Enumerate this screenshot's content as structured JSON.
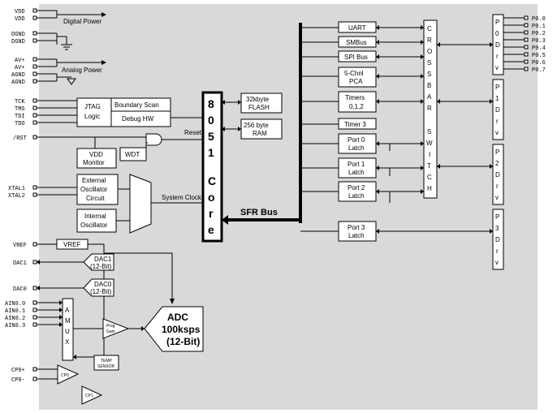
{
  "pins_left": {
    "vdd1": "VDD",
    "vdd2": "VDD",
    "dgnd1": "DGND",
    "dgnd2": "DGND",
    "avp1": "AV+",
    "avp2": "AV+",
    "agnd1": "AGND",
    "agnd2": "AGND",
    "tck": "TCK",
    "tms": "TMS",
    "tdi": "TDI",
    "tdo": "TDO",
    "rst": "/RST",
    "xtal1": "XTAL1",
    "xtal2": "XTAL2",
    "vref": "VREF",
    "dac1": "DAC1",
    "dac0": "DAC0",
    "ain0": "AIN0.0",
    "ain1": "AIN0.1",
    "ain2": "AIN0.2",
    "ain3": "AIN0.3",
    "cp0p": "CP0+",
    "cp0m": "CP0-"
  },
  "power": {
    "digital": "Digital Power",
    "analog": "Analog Power"
  },
  "jtag": {
    "logic1": "JTAG",
    "logic2": "Logic",
    "boundary": "Boundary Scan",
    "debug": "Debug HW"
  },
  "vdd_monitor": {
    "l1": "VDD",
    "l2": "Monitor"
  },
  "wdt": "WDT",
  "reset": "Reset",
  "ext_osc": {
    "l1": "External",
    "l2": "Oscillator",
    "l3": "Circuit"
  },
  "int_osc": {
    "l1": "Internal",
    "l2": "Oscillator"
  },
  "system_clock": "System Clock",
  "core": [
    "8",
    "0",
    "5",
    "1",
    "C",
    "o",
    "r",
    "e"
  ],
  "flash": {
    "l1": "32kbyte",
    "l2": "FLASH"
  },
  "ram": {
    "l1": "256 byte",
    "l2": "RAM"
  },
  "sfr_bus": "SFR Bus",
  "peripherals": {
    "uart": "UART",
    "smbus": "SMBus",
    "spi": "SPI Bus",
    "pca1": "5-Chnl",
    "pca2": "PCA",
    "timers1": "Timers",
    "timers2": "0,1,2",
    "timer3": "Timer 3",
    "p0l1": "Port 0",
    "p0l2": "Latch",
    "p1l1": "Port 1",
    "p1l2": "Latch",
    "p2l1": "Port 2",
    "p2l2": "Latch",
    "p3l1": "Port 3",
    "p3l2": "Latch"
  },
  "crossbar": [
    "C",
    "R",
    "O",
    "S",
    "S",
    "B",
    "A",
    "R",
    "S",
    "W",
    "I",
    "T",
    "C",
    "H"
  ],
  "drv": {
    "p0": [
      "P",
      "0",
      "D",
      "r",
      "v"
    ],
    "p1": [
      "P",
      "1",
      "D",
      "r",
      "v"
    ],
    "p2": [
      "P",
      "2",
      "D",
      "r",
      "v"
    ],
    "p3": [
      "P",
      "3",
      "D",
      "r",
      "v"
    ]
  },
  "p0_pins": [
    "P0.0",
    "P0.1",
    "P0.2",
    "P0.3",
    "P0.4",
    "P0.5",
    "P0.6",
    "P0.7"
  ],
  "vref_box": "VREF",
  "dac1": {
    "l1": "DAC1",
    "l2": "(12-Bit)"
  },
  "dac0": {
    "l1": "DAC0",
    "l2": "(12-Bit)"
  },
  "amux": [
    "A",
    "M",
    "U",
    "X"
  ],
  "prog_gain": {
    "l1": "Prog",
    "l2": "Gain"
  },
  "adc": {
    "l1": "ADC",
    "l2": "100ksps",
    "l3": "(12-Bit)"
  },
  "temp": {
    "l1": "TEMP",
    "l2": "SENSOR"
  },
  "cp0": "CP0",
  "cp1": "CP1"
}
